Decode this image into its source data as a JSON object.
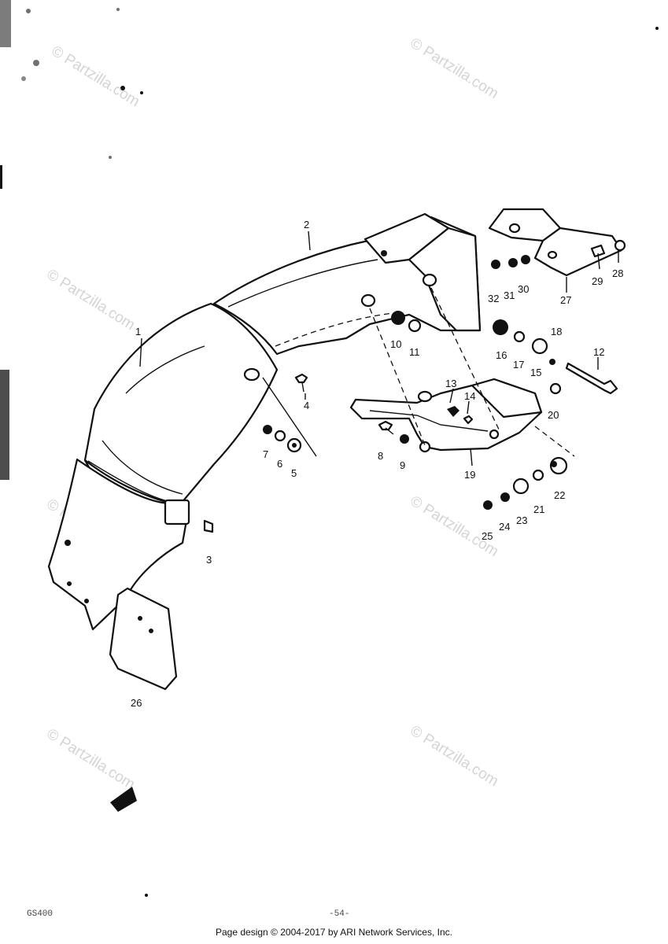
{
  "watermarks": [
    "© Partzilla.com",
    "© Partzilla.com",
    "© Partzilla.com",
    "© Partzilla.com",
    "© Partzilla.com",
    "© Partzilla.com",
    "© Partzilla.com"
  ],
  "callouts": {
    "c1": "1",
    "c2": "2",
    "c3": "3",
    "c4": "4",
    "c5": "5",
    "c6": "6",
    "c7": "7",
    "c8": "8",
    "c9": "9",
    "c10": "10",
    "c11": "11",
    "c12": "12",
    "c13": "13",
    "c14": "14",
    "c15": "15",
    "c16": "16",
    "c17": "17",
    "c18": "18",
    "c19": "19",
    "c20": "20",
    "c21": "21",
    "c22": "22",
    "c23": "23",
    "c24": "24",
    "c25": "25",
    "c26": "26",
    "c27": "27",
    "c28": "28",
    "c29": "29",
    "c30": "30",
    "c31": "31",
    "c32": "32"
  },
  "model_code": "GS400",
  "page_number": "-54-",
  "footer": "Page design © 2004-2017 by ARI Network Services, Inc."
}
